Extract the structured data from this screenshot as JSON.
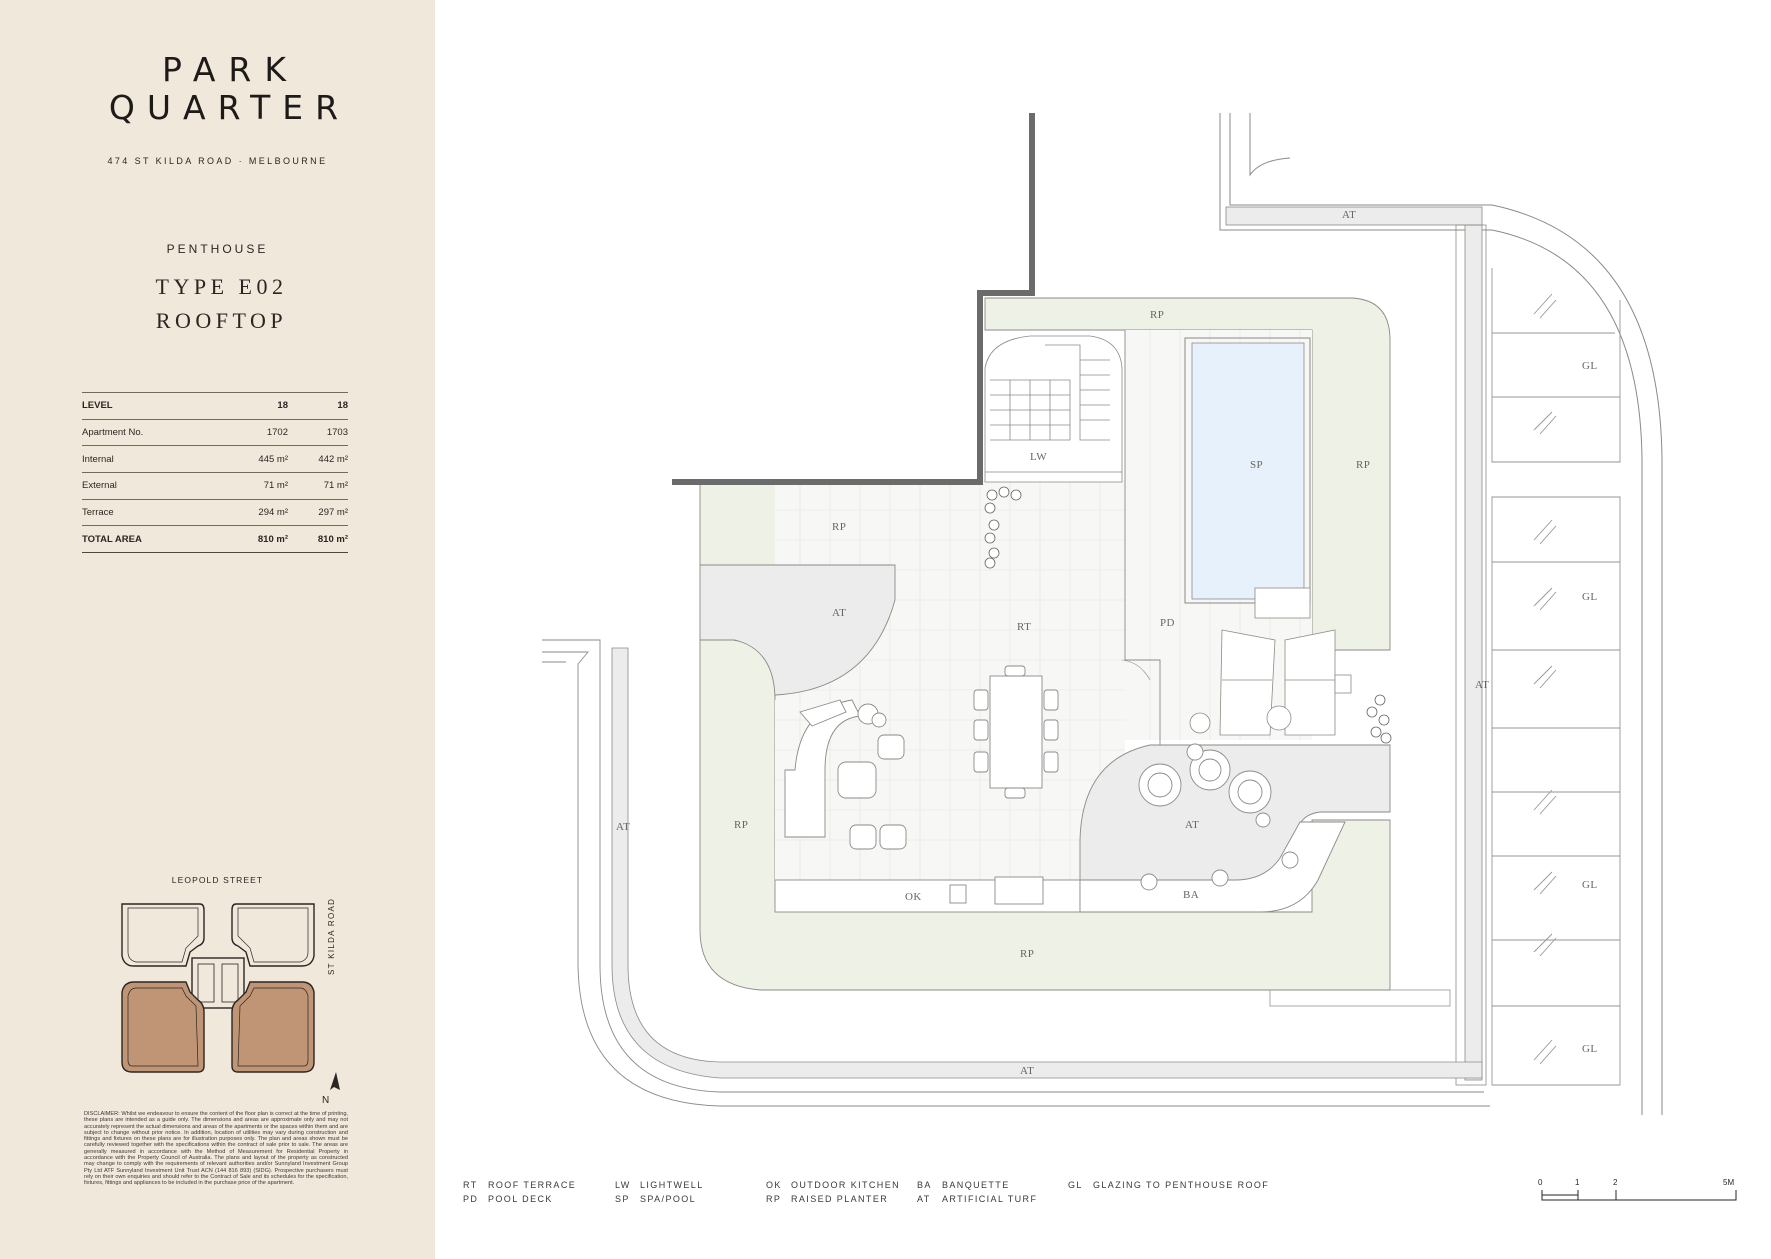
{
  "brand": {
    "line1": "PARK",
    "line2": "QUARTER",
    "address": "474 ST KILDA ROAD · MELBOURNE"
  },
  "unit": {
    "category": "PENTHOUSE",
    "type": "TYPE E02",
    "level_name": "ROOFTOP"
  },
  "spec_table": {
    "rows": [
      {
        "label": "LEVEL",
        "a": "18",
        "b": "18"
      },
      {
        "label": "Apartment No.",
        "a": "1702",
        "b": "1703"
      },
      {
        "label": "Internal",
        "a": "445 m²",
        "b": "442 m²"
      },
      {
        "label": "External",
        "a": "71 m²",
        "b": "71 m²"
      },
      {
        "label": "Terrace",
        "a": "294 m²",
        "b": "297 m²"
      },
      {
        "label": "TOTAL AREA",
        "a": "810 m²",
        "b": "810 m²"
      }
    ]
  },
  "keyplan": {
    "street_top": "LEOPOLD STREET",
    "street_side": "ST KILDA ROAD",
    "north": "N",
    "highlight_color": "#c09576"
  },
  "disclaimer": "DISCLAIMER: Whilst we endeavour to ensure the content of the floor plan is correct at the time of printing, these plans are intended as a guide only. The dimensions and areas are approximate only and may not accurately represent the actual dimensions and areas of the apartments or the spaces within them and are subject to change without prior notice. In addition, location of utilities may vary during construction and fittings and fixtures on these plans are for illustration purposes only. The plan and areas shown must be carefully reviewed together with the specifications within the contract of sale prior to sale. The areas are generally measured in accordance with the Method of Measurement for Residential Property in accordance with the Property Council of Australia. The plans and layout of the property as constructed may change to comply with the requirements of relevant authorities and/or Sunnyland Investment Group Pty Ltd ATF Sunnyland Investment Unit Trust ACN (144 816 893) (SIDG). Prospective purchasers must rely on their own enquiries and should refer to the Contract of Sale and its schedules for the specification, fixtures, fittings and appliances to be included in the purchase price of the apartment.",
  "plan_labels": {
    "rt": "RT",
    "pd": "PD",
    "lw": "LW",
    "sp": "SP",
    "ok": "OK",
    "ba": "BA",
    "rp": "RP",
    "at": "AT",
    "gl": "GL"
  },
  "legend": [
    {
      "code": "RT",
      "desc": "ROOF TERRACE"
    },
    {
      "code": "PD",
      "desc": "POOL DECK"
    },
    {
      "code": "LW",
      "desc": "LIGHTWELL"
    },
    {
      "code": "SP",
      "desc": "SPA/POOL"
    },
    {
      "code": "OK",
      "desc": "OUTDOOR KITCHEN"
    },
    {
      "code": "RP",
      "desc": "RAISED PLANTER"
    },
    {
      "code": "BA",
      "desc": "BANQUETTE"
    },
    {
      "code": "AT",
      "desc": "ARTIFICIAL TURF"
    },
    {
      "code": "GL",
      "desc": "GLAZING TO PENTHOUSE ROOF"
    }
  ],
  "scale": {
    "t0": "0",
    "t1": "1",
    "t2": "2",
    "t5": "5M"
  },
  "colors": {
    "sidebar_bg": "#f1e8dc",
    "planter_fill": "#eef2e6",
    "turf_fill": "#ececec",
    "pool_fill": "#e6f1fb"
  }
}
